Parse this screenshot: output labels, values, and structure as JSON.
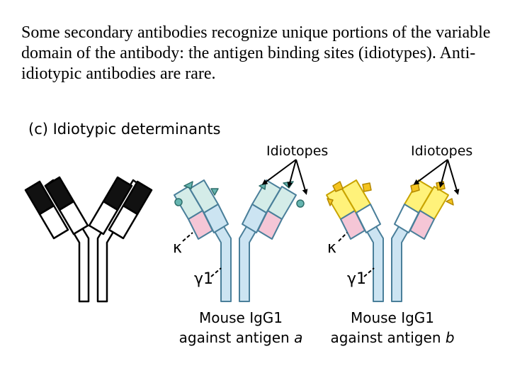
{
  "intro_text": "Some secondary antibodies recognize unique portions of the variable domain of the antibody: the antigen binding sites (idiotypes).  Anti-idiotypic antibodies are rare.",
  "figure": {
    "title": "(c) Idiotypic determinants",
    "labels": {
      "idiotopes_a": "Idiotopes",
      "idiotopes_b": "Idiotopes",
      "kappa_a": "κ",
      "kappa_b": "κ",
      "gamma_a": "γ1",
      "gamma_b": "γ1"
    },
    "captions": {
      "a_line1": "Mouse IgG1",
      "a_line2_prefix": "against antigen ",
      "a_line2_var": "a",
      "b_line1": "Mouse IgG1",
      "b_line2_prefix": "against antigen ",
      "b_line2_var": "b"
    },
    "colors": {
      "heavy_chain": "#cce4f2",
      "light_constant": "#f5c6d6",
      "variable_a": "#d4ece8",
      "variable_b": "#fff27a",
      "idiotope_a": "#66b5b0",
      "idiotope_b": "#f4c420",
      "plain_variable": "#111111"
    }
  }
}
